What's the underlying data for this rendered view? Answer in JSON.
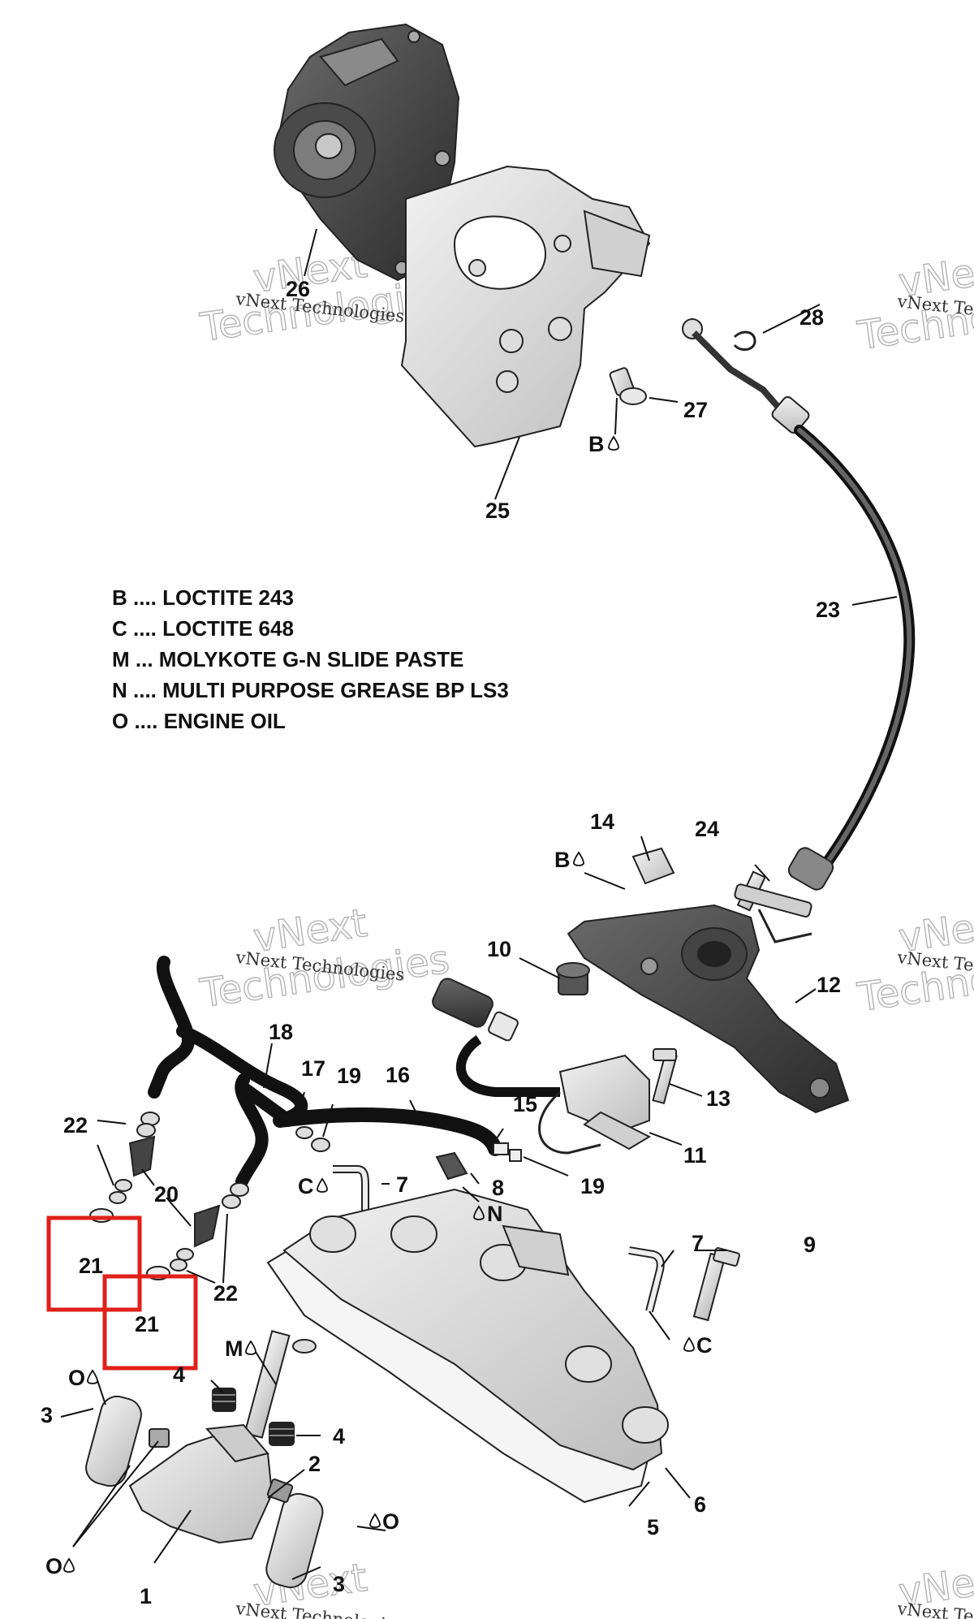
{
  "legend": [
    {
      "code": "B",
      "text": "LOCTITE 243",
      "line": "B .... LOCTITE 243"
    },
    {
      "code": "C",
      "text": "LOCTITE 648",
      "line": "C .... LOCTITE 648"
    },
    {
      "code": "M",
      "text": "MOLYKOTE G-N SLIDE PASTE",
      "line": "M ... MOLYKOTE G-N SLIDE PASTE"
    },
    {
      "code": "N",
      "text": "MULTI PURPOSE GREASE BP LS3",
      "line": "N .... MULTI PURPOSE GREASE BP LS3"
    },
    {
      "code": "O",
      "text": "ENGINE OIL",
      "line": "O .... ENGINE OIL"
    }
  ],
  "labels": {
    "p1": "1",
    "p2": "2",
    "p3a": "3",
    "p3b": "3",
    "p4a": "4",
    "p4b": "4",
    "p5": "5",
    "p6": "6",
    "p7a": "7",
    "p7b": "7",
    "p8": "8",
    "p9": "9",
    "p10": "10",
    "p11": "11",
    "p12": "12",
    "p13": "13",
    "p14": "14",
    "p15": "15",
    "p16": "16",
    "p17": "17",
    "p18": "18",
    "p19a": "19",
    "p19b": "19",
    "p20": "20",
    "p21a": "21",
    "p21b": "21",
    "p22a": "22",
    "p22b": "22",
    "p23": "23",
    "p24": "24",
    "p25": "25",
    "p26": "26",
    "p27": "27",
    "p28": "28"
  },
  "compound_codes": {
    "b27": "B",
    "b14": "B",
    "c7a": "C",
    "c7b": "C",
    "n8": "N",
    "m_top": "M",
    "o_left": "O",
    "o_right": "O",
    "o_bottom": "O"
  },
  "watermark": {
    "line1": "vNext Technologies",
    "line2": "vNext",
    "line3": "Technologies"
  },
  "highlight_color": "#e0201a"
}
